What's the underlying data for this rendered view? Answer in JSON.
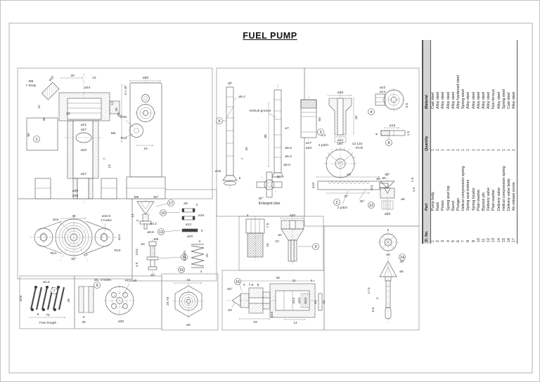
{
  "title": "FUEL PUMP",
  "colors": {
    "paper": "#ffffff",
    "line": "#5a5a5a",
    "text": "#333333",
    "table_header_bg": "#d4d4d4",
    "sheet_border": "#8f8f8f"
  },
  "parts_table": {
    "headers": [
      "Sl. No.",
      "Part",
      "Quantity",
      "Material"
    ],
    "rows": [
      [
        "1",
        "Pump body",
        "1",
        "Cast steel"
      ],
      [
        "2",
        "Rack",
        "1",
        "Alloy steel"
      ],
      [
        "3",
        "Pinion",
        "1",
        "Alloy steel"
      ],
      [
        "4",
        "Spring seat top",
        "1",
        "Alloy steel"
      ],
      [
        "5",
        "Barrel",
        "1",
        "Alloy steel"
      ],
      [
        "6",
        "Plunger",
        "1",
        "Alloy hardened steel"
      ],
      [
        "7",
        "Helical compression spring",
        "1",
        "Spring steel"
      ],
      [
        "8",
        "Spring seat bottom",
        "1",
        "Alloy steel"
      ],
      [
        "9",
        "Spring locator",
        "1",
        "Alloy steel"
      ],
      [
        "10",
        "Plain washer",
        "1",
        "Alloy steel"
      ],
      [
        "11",
        "Bypass pin",
        "1",
        "Alloy steel"
      ],
      [
        "12",
        "Delivery valve",
        "1",
        "Alloy steel"
      ],
      [
        "13",
        "Plain washer",
        "1",
        "Non-ferrous"
      ],
      [
        "14",
        "Delivery valve",
        "1",
        "Alloy steel"
      ],
      [
        "15",
        "Helical compression spring",
        "1",
        "Spring steel"
      ],
      [
        "16",
        "Delivery valve body",
        "1",
        "Cast steel"
      ],
      [
        "17",
        "Air release screw",
        "1",
        "Alloy steel"
      ]
    ]
  },
  "views": {
    "pump_body": {
      "balloon": "1",
      "dims": [
        "M8",
        "7 deep",
        "ø10",
        "29",
        "12",
        "ø24",
        "ø2",
        "ø21",
        "ø27",
        "ø20",
        "22",
        "35",
        "90",
        "12",
        "26",
        "46",
        "M6",
        "7",
        "13",
        "ø27",
        "ø30",
        "ø36",
        "3 x 45°",
        "ø38",
        "R8",
        "R10",
        "15",
        "68"
      ]
    },
    "flange": {
      "dims": [
        "34",
        "ø15",
        "ø10.5",
        "2 holes",
        "ø14",
        "R10",
        "R21",
        "21",
        "60°"
      ]
    },
    "air_release": {
      "balloon": "17",
      "dims": [
        "60°",
        "M6",
        "14",
        "2",
        "ø3.2",
        "ø9.8"
      ]
    },
    "washer10": {
      "balloon": "10",
      "dims": [
        "ø8",
        "2",
        "ø15",
        "ø12"
      ]
    },
    "washer13": {
      "balloon": "13",
      "dims": [
        "ø20",
        "3"
      ]
    },
    "bypass_pin": {
      "balloon": "11",
      "dims": [
        "M6",
        "ø4",
        "10.5",
        "4.5",
        "ø3"
      ]
    },
    "spring15": {
      "balloon": "15",
      "dims": [
        "6 pitch",
        "2",
        "25",
        "4"
      ]
    },
    "spring7": {
      "balloon": "7",
      "dims": [
        "ø2.5",
        "ø19",
        "6",
        "75",
        "Free length",
        "28"
      ]
    },
    "locator": {
      "balloon": "9",
      "dims": [
        "ø5, 4 holes",
        "PCD 20",
        "ø30",
        "3",
        "25"
      ]
    },
    "hex_view": {
      "dims": [
        "24",
        "20.78",
        "ø6"
      ]
    },
    "plunger": {
      "balloon": "6",
      "dims": [
        "ø7",
        "ø5.4",
        "Helical groove",
        "25",
        "7",
        "ø16",
        "5",
        "89",
        "ø7",
        "ø6.5",
        "ø5.3",
        "ø6.6",
        "30°",
        "30°",
        "Enlarged plan"
      ]
    },
    "pinion": {
      "balloon": "3",
      "dims": [
        "50",
        "5.2",
        "ø17",
        "ø20",
        "ø28",
        "62",
        "ø12",
        "2 pitch",
        "160°",
        "12.134",
        "PCR"
      ]
    },
    "rack": {
      "balloon": "2",
      "dims": [
        "50",
        "37",
        "2 pitch",
        "45°",
        "ø10",
        "ø5"
      ]
    },
    "seat_top": {
      "balloon": "4",
      "dims": [
        "ø23",
        "ø14",
        "5.5"
      ]
    },
    "seat_bottom": {
      "balloon": "8",
      "dims": [
        "ø19",
        "1.5",
        "6"
      ]
    },
    "valve12": {
      "balloon": "12",
      "dims": [
        "90°",
        "ø6",
        "ø11",
        "1.5",
        "4.5",
        "ø5",
        "ø20"
      ]
    },
    "valve14": {
      "balloon": "14",
      "dims": [
        "2",
        "ø8",
        "30°",
        "17.5",
        "6.5",
        "4",
        "ø6"
      ]
    },
    "barrel": {
      "balloon": "5",
      "dims": [
        "4",
        "7.5",
        "16",
        "ø20",
        "ø4",
        "10"
      ]
    },
    "dv_body": {
      "balloon": "16",
      "dims": [
        "48",
        "3",
        "7.5",
        "8",
        "11",
        "4",
        "60°",
        "ø3",
        "19",
        "ø23",
        "14",
        "ø14",
        "ø20",
        "M22",
        "ø4",
        "24"
      ]
    }
  }
}
